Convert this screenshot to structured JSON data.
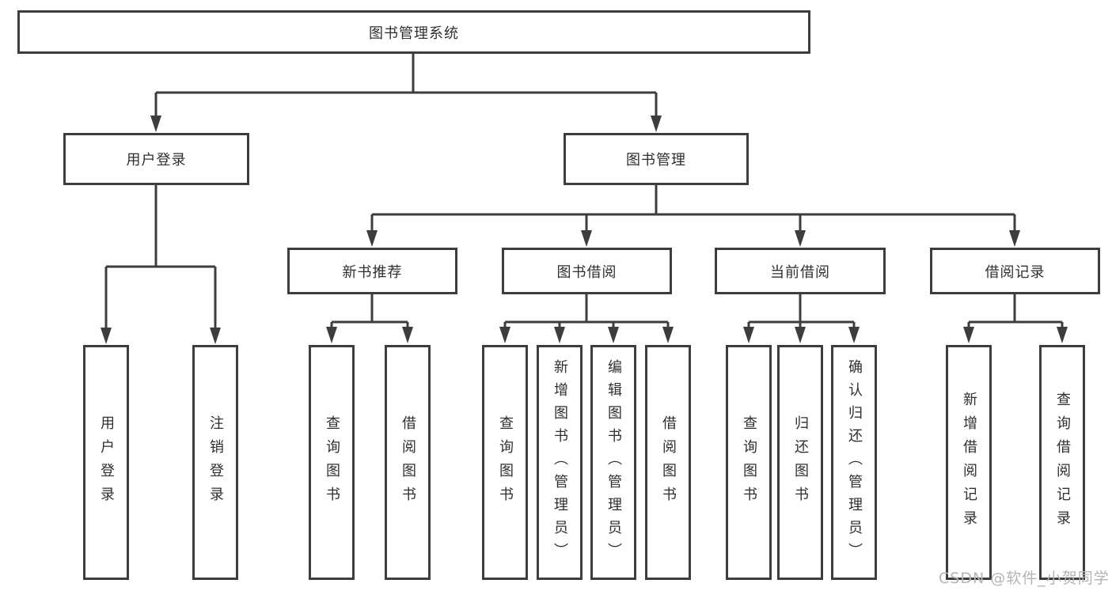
{
  "colors": {
    "line": "#3d3d3d",
    "box-border": "#3d3d3d",
    "box-background": "#ffffff",
    "text": "#2f2f2f",
    "watermark": "#b4b4b4",
    "background": "#ffffff"
  },
  "watermark": {
    "text": "CSDN @软件_小贺同学"
  },
  "tree": {
    "label": "图书管理系统",
    "children": [
      {
        "label": "用户登录",
        "children": [
          {
            "label": "用户登录"
          },
          {
            "label": "注销登录"
          }
        ]
      },
      {
        "label": "图书管理",
        "children": [
          {
            "label": "新书推荐",
            "children": [
              {
                "label": "查询图书"
              },
              {
                "label": "借阅图书"
              }
            ]
          },
          {
            "label": "图书借阅",
            "children": [
              {
                "label": "查询图书"
              },
              {
                "label": "新增图书（管理员）"
              },
              {
                "label": "编辑图书（管理员）"
              },
              {
                "label": "借阅图书"
              }
            ]
          },
          {
            "label": "当前借阅",
            "children": [
              {
                "label": "查询图书"
              },
              {
                "label": "归还图书"
              },
              {
                "label": "确认归还（管理员）"
              }
            ]
          },
          {
            "label": "借阅记录",
            "children": [
              {
                "label": "新增借阅记录"
              },
              {
                "label": "查询借阅记录"
              }
            ]
          }
        ]
      }
    ]
  }
}
